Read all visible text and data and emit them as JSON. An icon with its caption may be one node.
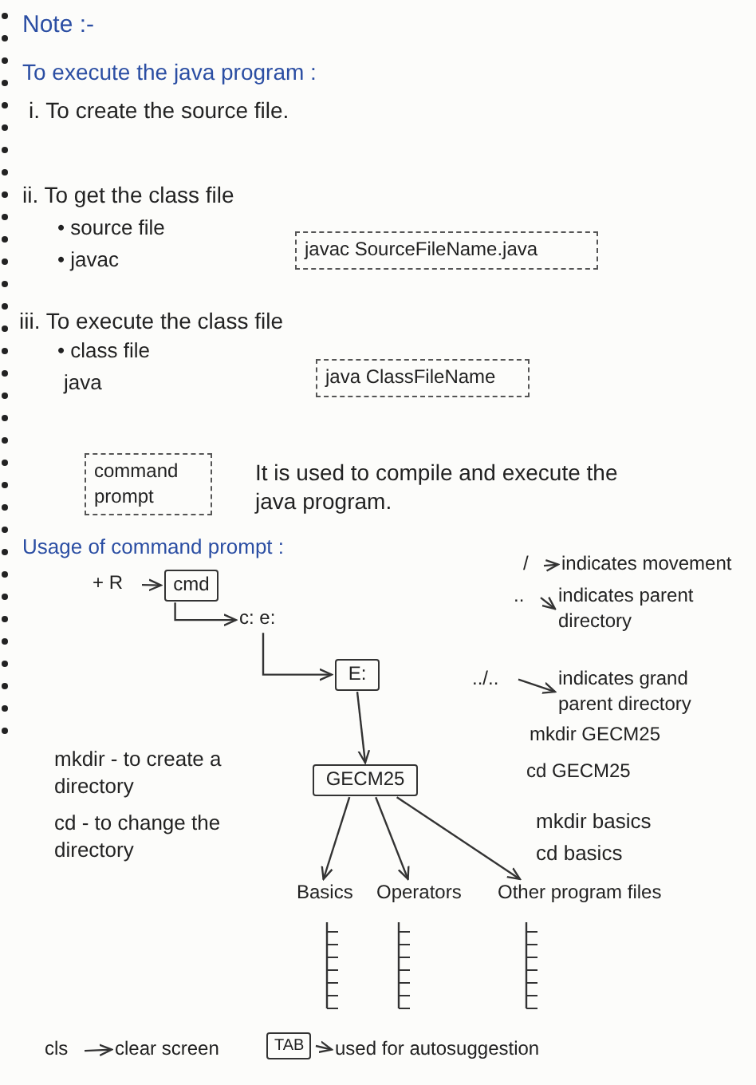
{
  "diagram": {
    "nodes": [
      {
        "text": [
          "javac SourceFileName.java"
        ]
      },
      {
        "text": [
          "java ClassFileName"
        ]
      },
      {
        "text": [
          "command prompt"
        ]
      },
      {
        "text": [
          "+ R"
        ]
      },
      {
        "text": [
          "cmd"
        ]
      },
      {
        "text": [
          "c: e:"
        ]
      },
      {
        "text": [
          "E:"
        ]
      },
      {
        "text": [
          "GECM25"
        ]
      },
      {
        "text": [
          "Basics"
        ]
      },
      {
        "text": [
          "Operators"
        ]
      },
      {
        "text": [
          "Other program files"
        ]
      },
      {
        "text": [
          "/"
        ]
      },
      {
        "text": [
          "indicates movement"
        ]
      },
      {
        "text": [
          ".."
        ]
      },
      {
        "text": [
          "indicates parent directory"
        ]
      },
      {
        "text": [
          "../.."
        ]
      },
      {
        "text": [
          "indicates grand parent directory"
        ]
      },
      {
        "text": [
          "cls"
        ]
      },
      {
        "text": [
          "clear screen"
        ]
      },
      {
        "text": [
          "TAB"
        ]
      },
      {
        "text": [
          "used for autosuggestion"
        ]
      }
    ],
    "edges": [
      {
        "from": 3,
        "to": 4,
        "arrow": "to"
      },
      {
        "from": 4,
        "to": 5,
        "arrow": "to"
      },
      {
        "from": 5,
        "to": 6,
        "arrow": "to"
      },
      {
        "from": 6,
        "to": 7,
        "arrow": "to"
      },
      {
        "from": 7,
        "to": 8,
        "arrow": "to"
      },
      {
        "from": 7,
        "to": 9,
        "arrow": "to"
      },
      {
        "from": 7,
        "to": 10,
        "arrow": "to"
      },
      {
        "from": 11,
        "to": 12,
        "arrow": "to"
      },
      {
        "from": 13,
        "to": 14,
        "arrow": "to"
      },
      {
        "from": 15,
        "to": 16,
        "arrow": "to"
      },
      {
        "from": 17,
        "to": 18,
        "arrow": "to"
      },
      {
        "from": 19,
        "to": 20,
        "arrow": "to"
      }
    ],
    "labels": [
      "Note :-",
      "To execute the java program :",
      "i. To create the source file.",
      "ii. To get the class file",
      "• source file",
      "• javac",
      "iii. To execute the class file",
      "• class file",
      "java",
      "It is used to compile and execute the java program.",
      "Usage of command prompt :",
      "mkdir - to create a directory",
      "cd - to change the directory",
      "mkdir GECM25",
      "cd GECM25",
      "mkdir basics",
      "cd basics"
    ]
  }
}
